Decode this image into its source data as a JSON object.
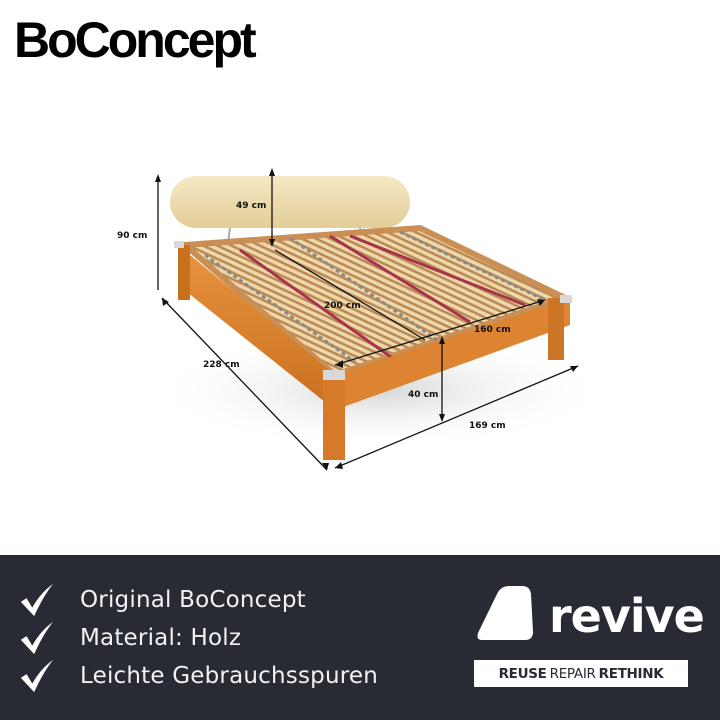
{
  "brand": {
    "name": "BoConcept"
  },
  "product_image": {
    "subject": "bed-frame-with-headrest-and-slatted-base",
    "dimensions": {
      "height_total": "90 cm",
      "headrest_height": "49 cm",
      "mattress_length": "200 cm",
      "mattress_width": "160 cm",
      "seat_height": "40 cm",
      "total_length": "228 cm",
      "total_width": "169 cm"
    }
  },
  "features": [
    {
      "icon": "checkmark-icon",
      "label": "Original BoConcept"
    },
    {
      "icon": "checkmark-icon",
      "label": "Material: Holz"
    },
    {
      "icon": "checkmark-icon",
      "label": "Leichte Gebrauchsspuren"
    }
  ],
  "revive": {
    "wordmark": "revive",
    "tagline": [
      "REUSE",
      "REPAIR",
      "RETHINK"
    ]
  },
  "colors": {
    "footer_bg": "#282b33",
    "wood": "#d9822b",
    "headrest": "#efdcb0",
    "strap": "#a8344c",
    "text_light": "#f2f2f2"
  }
}
